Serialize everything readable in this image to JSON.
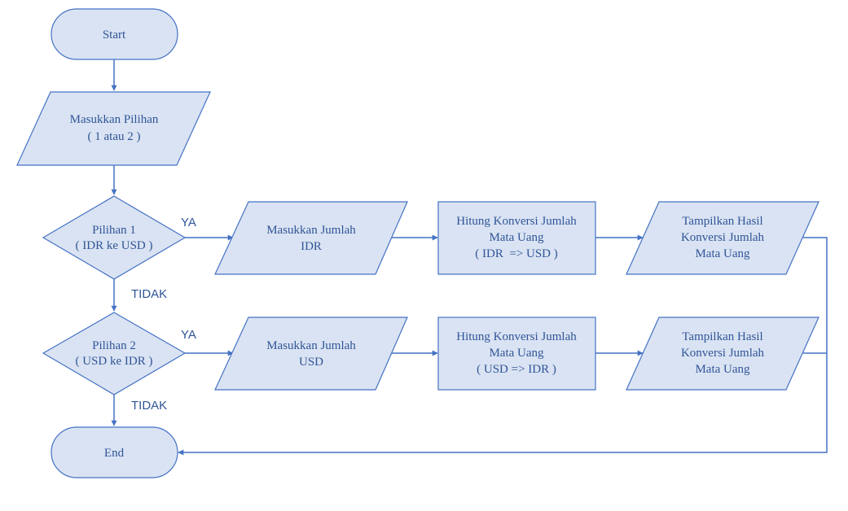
{
  "colors": {
    "shape_fill": "#dae3f3",
    "shape_stroke": "#4472c4",
    "text": "#2f5597",
    "background": "#ffffff"
  },
  "nodes": {
    "start": {
      "shape": "terminator",
      "lines": [
        "Start"
      ]
    },
    "input_choice": {
      "shape": "parallelogram",
      "lines": [
        "Masukkan Pilihan",
        "( 1 atau 2 )"
      ]
    },
    "decision_1": {
      "shape": "diamond",
      "lines": [
        "Pilihan 1",
        "( IDR ke USD )"
      ]
    },
    "input_idr": {
      "shape": "parallelogram",
      "lines": [
        "Masukkan Jumlah",
        "IDR"
      ]
    },
    "process_idr_usd": {
      "shape": "rectangle",
      "lines": [
        "Hitung Konversi Jumlah",
        "Mata Uang",
        "( IDR  => USD )"
      ]
    },
    "output_1": {
      "shape": "parallelogram",
      "lines": [
        "Tampilkan Hasil",
        "Konversi Jumlah",
        "Mata Uang"
      ]
    },
    "decision_2": {
      "shape": "diamond",
      "lines": [
        "Pilihan 2",
        "( USD ke IDR )"
      ]
    },
    "input_usd": {
      "shape": "parallelogram",
      "lines": [
        "Masukkan Jumlah",
        "USD"
      ]
    },
    "process_usd_idr": {
      "shape": "rectangle",
      "lines": [
        "Hitung Konversi Jumlah",
        "Mata Uang",
        "( USD => IDR )"
      ]
    },
    "output_2": {
      "shape": "parallelogram",
      "lines": [
        "Tampilkan Hasil",
        "Konversi Jumlah",
        "Mata Uang"
      ]
    },
    "end": {
      "shape": "terminator",
      "lines": [
        "End"
      ]
    }
  },
  "edge_labels": {
    "yes_1": "YA",
    "no_1": "TIDAK",
    "yes_2": "YA",
    "no_2": "TIDAK"
  }
}
